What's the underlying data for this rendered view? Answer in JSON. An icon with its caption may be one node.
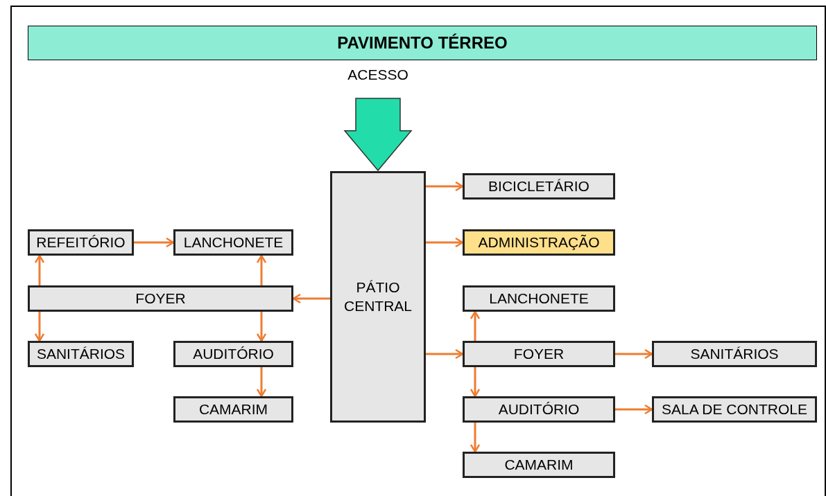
{
  "diagram": {
    "title": "PAVIMENTO TÉRREO",
    "nodes": [
      {
        "text": [
          "ACESSO"
        ]
      },
      {
        "text": [
          "PÁTIO CENTRAL"
        ]
      },
      {
        "text": [
          "BICICLETÁRIO"
        ]
      },
      {
        "text": [
          "ADMINISTRAÇÃO"
        ]
      },
      {
        "text": [
          "REFEITÓRIO"
        ]
      },
      {
        "text": [
          "LANCHONETE"
        ]
      },
      {
        "text": [
          "FOYER"
        ]
      },
      {
        "text": [
          "SANITÁRIOS"
        ]
      },
      {
        "text": [
          "AUDITÓRIO"
        ]
      },
      {
        "text": [
          "CAMARIM"
        ]
      },
      {
        "text": [
          "LANCHONETE"
        ]
      },
      {
        "text": [
          "FOYER"
        ]
      },
      {
        "text": [
          "SANITÁRIOS"
        ]
      },
      {
        "text": [
          "AUDITÓRIO"
        ]
      },
      {
        "text": [
          "SALA DE CONTROLE"
        ]
      },
      {
        "text": [
          "CAMARIM"
        ]
      }
    ],
    "edges": [
      {
        "from": 0,
        "to": 1,
        "arrow": "to",
        "style": "thick",
        "color": "#22dda9"
      },
      {
        "from": 1,
        "to": 2,
        "arrow": "to"
      },
      {
        "from": 1,
        "to": 3,
        "arrow": "to"
      },
      {
        "from": 1,
        "to": 6,
        "arrow": "to"
      },
      {
        "from": 1,
        "to": 11,
        "arrow": "to"
      },
      {
        "from": 4,
        "to": 5,
        "arrow": "to"
      },
      {
        "from": 6,
        "to": 4,
        "arrow": "to"
      },
      {
        "from": 6,
        "to": 5,
        "arrow": "to"
      },
      {
        "from": 6,
        "to": 7,
        "arrow": "to"
      },
      {
        "from": 6,
        "to": 8,
        "arrow": "to"
      },
      {
        "from": 8,
        "to": 9,
        "arrow": "to"
      },
      {
        "from": 11,
        "to": 10,
        "arrow": "to"
      },
      {
        "from": 11,
        "to": 12,
        "arrow": "to"
      },
      {
        "from": 11,
        "to": 13,
        "arrow": "to"
      },
      {
        "from": 13,
        "to": 14,
        "arrow": "to"
      },
      {
        "from": 13,
        "to": 15,
        "arrow": "to"
      }
    ]
  }
}
